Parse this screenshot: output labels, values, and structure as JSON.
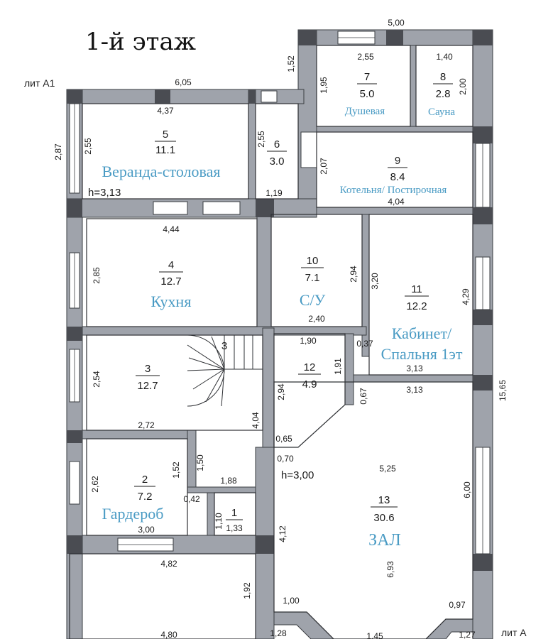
{
  "title": "1-й этаж",
  "lit_labels": {
    "a1": "лит А1",
    "a": "лит А"
  },
  "heights": {
    "veranda": "h=3,13",
    "hall": "h=3,00"
  },
  "rooms": [
    {
      "id": "5",
      "number": "5",
      "area": "11.1",
      "label": "Веранда-столовая"
    },
    {
      "id": "6",
      "number": "6",
      "area": "3.0",
      "label": ""
    },
    {
      "id": "7",
      "number": "7",
      "area": "5.0",
      "label": "Душевая"
    },
    {
      "id": "8",
      "number": "8",
      "area": "2.8",
      "label": "Сауна"
    },
    {
      "id": "9",
      "number": "9",
      "area": "8.4",
      "label": "Котельня/ Постирочная"
    },
    {
      "id": "4",
      "number": "4",
      "area": "12.7",
      "label": "Кухня"
    },
    {
      "id": "10",
      "number": "10",
      "area": "7.1",
      "label": "С/У"
    },
    {
      "id": "11",
      "number": "11",
      "area": "12.2",
      "label": "Кабинет/ Спальня 1эт"
    },
    {
      "id": "3",
      "number": "3",
      "area": "12.7",
      "label": ""
    },
    {
      "id": "12",
      "number": "12",
      "area": "4.9",
      "label": ""
    },
    {
      "id": "2",
      "number": "2",
      "area": "7.2",
      "label": "Гардероб"
    },
    {
      "id": "1",
      "number": "1",
      "area": "",
      "label": ""
    },
    {
      "id": "13",
      "number": "13",
      "area": "30.6",
      "label": "ЗАЛ"
    }
  ],
  "stair_number": "3",
  "dimensions": {
    "d500": "5,00",
    "d152": "1,52",
    "d255a": "2,55",
    "d140": "1,40",
    "d195": "1,95",
    "d200": "2,00",
    "d605": "6,05",
    "d437": "4,37",
    "d287": "2,87",
    "d255b": "2,55",
    "d255c": "2,55",
    "d119": "1,19",
    "d207": "2,07",
    "d404a": "4,04",
    "d444": "4,44",
    "d285": "2,85",
    "d294a": "2,94",
    "d320": "3,20",
    "d429": "4,29",
    "d240": "2,40",
    "d190": "1,90",
    "d037": "0,37",
    "d313a": "3,13",
    "d313b": "3,13",
    "d191": "1,91",
    "d067": "0,67",
    "d254": "2,54",
    "d294b": "2,94",
    "d404b": "4,04",
    "d065": "0,65",
    "d070": "0,70",
    "d1565": "15,65",
    "d272": "2,72",
    "d152b": "1,52",
    "d150": "1,50",
    "d188": "1,88",
    "d525": "5,25",
    "d262": "2,62",
    "d042": "0,42",
    "d110": "1,10",
    "d133": "1,33",
    "d600": "6,00",
    "d300": "3,00",
    "d412": "4,12",
    "d482": "4,82",
    "d192": "1,92",
    "d693": "6,93",
    "d100": "1,00",
    "d097": "0,97",
    "d480": "4,80",
    "d128": "1,28",
    "d145": "1,45",
    "d127": "1,27"
  },
  "colors": {
    "label": "#4a9bc4",
    "wall": "#9fa3ab",
    "pier": "#4a4c52"
  }
}
